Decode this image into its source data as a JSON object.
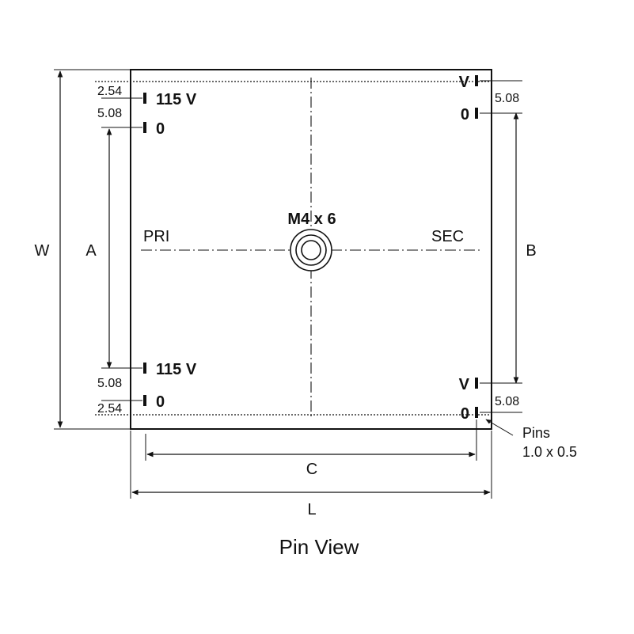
{
  "drawing": {
    "title": "Pin View",
    "center_label": "M4 x 6",
    "primary_label": "PRI",
    "secondary_label": "SEC",
    "dimensions": {
      "w": "W",
      "a": "A",
      "b": "B",
      "c": "C",
      "l": "L"
    },
    "primary_pins": {
      "top_offset": "2.54",
      "top_pitch": "5.08",
      "pin1": "115 V",
      "pin2": "0",
      "pin3": "115 V",
      "pin4": "0",
      "bottom_pitch": "5.08",
      "bottom_offset": "2.54"
    },
    "secondary_pins": {
      "pin1": "V",
      "top_pitch": "5.08",
      "pin2": "0",
      "pin3": "V",
      "bottom_pitch": "5.08",
      "pin4": "0"
    },
    "pin_note_line1": "Pins",
    "pin_note_line2": "1.0 x 0.5"
  }
}
